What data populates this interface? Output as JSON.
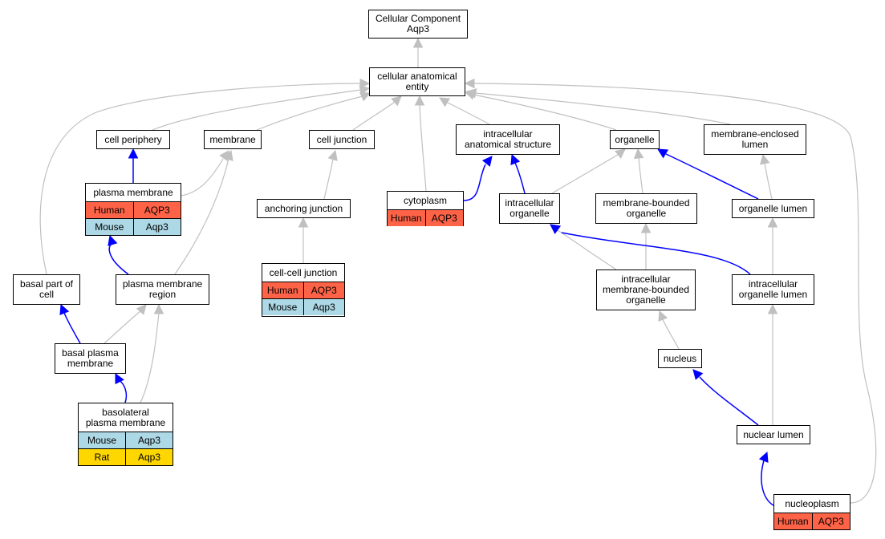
{
  "nodes": {
    "cc": {
      "label": "Cellular Component\nAqp3"
    },
    "cae": {
      "label": "cellular anatomical\nentity"
    },
    "cell_periphery": {
      "label": "cell periphery"
    },
    "membrane": {
      "label": "membrane"
    },
    "cell_junction": {
      "label": "cell junction"
    },
    "ias": {
      "label": "intracellular\nanatomical structure"
    },
    "organelle": {
      "label": "organelle"
    },
    "mel": {
      "label": "membrane-enclosed\nlumen"
    },
    "plasma_membrane": {
      "label": "plasma membrane",
      "rows": [
        {
          "species": "Human",
          "gene": "AQP3",
          "color": "#ff6347"
        },
        {
          "species": "Mouse",
          "gene": "Aqp3",
          "color": "#add8e6"
        }
      ]
    },
    "anchoring_junction": {
      "label": "anchoring junction"
    },
    "cytoplasm": {
      "label": "cytoplasm",
      "rows": [
        {
          "species": "Human",
          "gene": "AQP3",
          "color": "#ff6347"
        }
      ]
    },
    "intracellular_organelle": {
      "label": "intracellular\norganelle"
    },
    "mbo": {
      "label": "membrane-bounded\norganelle"
    },
    "organelle_lumen": {
      "label": "organelle lumen"
    },
    "basal_part": {
      "label": "basal part of\ncell"
    },
    "pmr": {
      "label": "plasma membrane\nregion"
    },
    "ccj": {
      "label": "cell-cell junction",
      "rows": [
        {
          "species": "Human",
          "gene": "AQP3",
          "color": "#ff6347"
        },
        {
          "species": "Mouse",
          "gene": "Aqp3",
          "color": "#add8e6"
        }
      ]
    },
    "imbo": {
      "label": "intracellular\nmembrane-bounded\norganelle"
    },
    "iol": {
      "label": "intracellular\norganelle lumen"
    },
    "basal_pm": {
      "label": "basal plasma\nmembrane"
    },
    "nucleus": {
      "label": "nucleus"
    },
    "basolateral_pm": {
      "label": "basolateral\nplasma membrane",
      "rows": [
        {
          "species": "Mouse",
          "gene": "Aqp3",
          "color": "#add8e6"
        },
        {
          "species": "Rat",
          "gene": "Aqp3",
          "color": "#ffd700"
        }
      ]
    },
    "nuclear_lumen": {
      "label": "nuclear lumen"
    },
    "nucleoplasm": {
      "label": "nucleoplasm",
      "rows": [
        {
          "species": "Human",
          "gene": "AQP3",
          "color": "#ff6347"
        }
      ]
    }
  },
  "edge_colors": {
    "is_a": "#c0c0c0",
    "part_of": "#0000ff"
  }
}
